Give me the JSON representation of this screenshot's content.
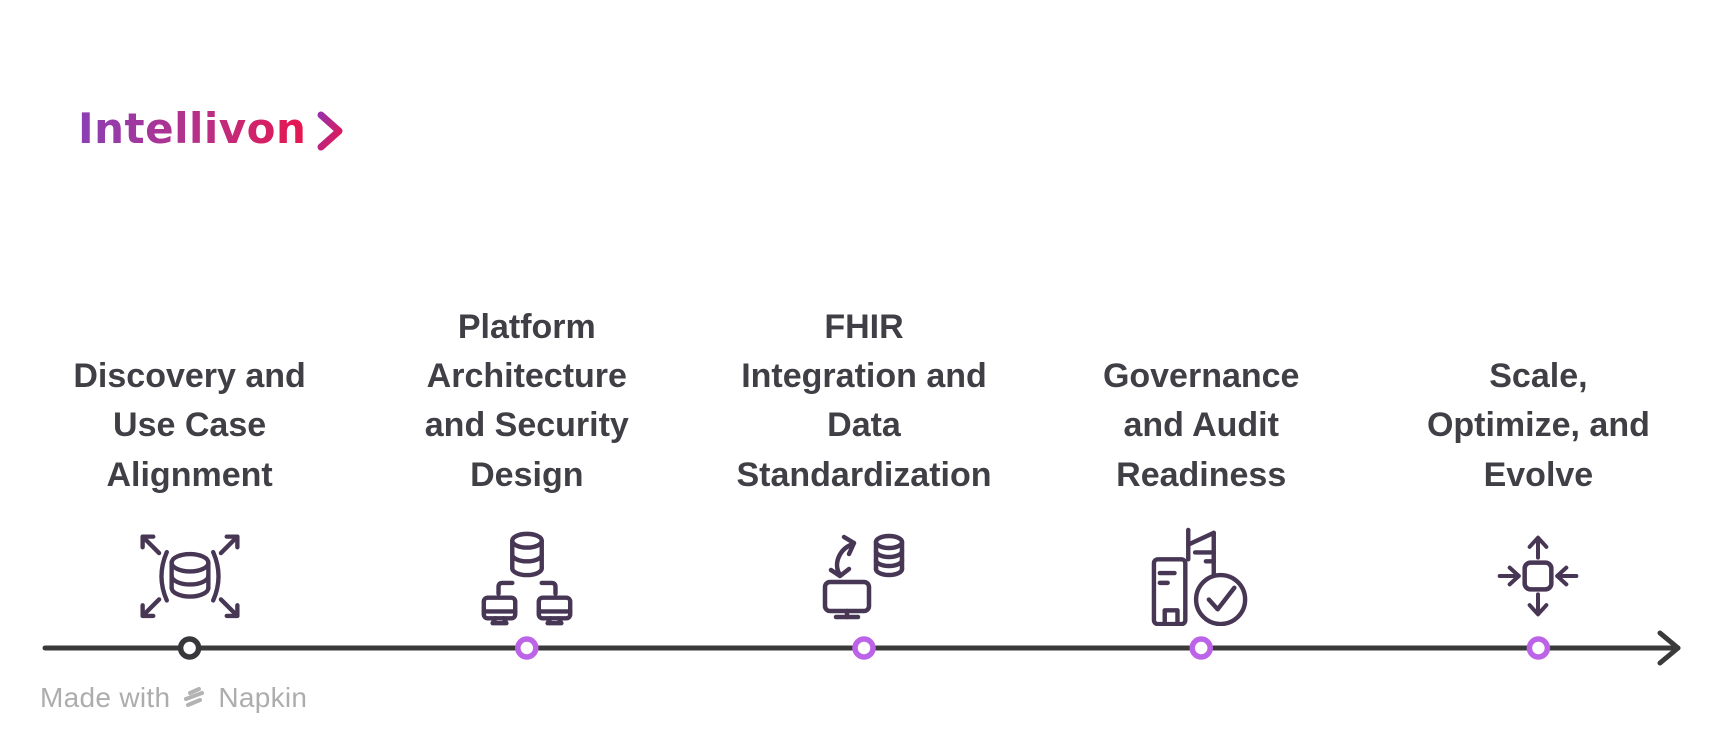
{
  "brand": {
    "name": "Intellivon",
    "chevron_icon": "chevron-right-icon",
    "gradient_start": "#8a3fb5",
    "gradient_end": "#e8164e"
  },
  "steps": [
    {
      "title": "Discovery and\nUse Case\nAlignment",
      "icon": "database-scale-out-icon"
    },
    {
      "title": "Platform\nArchitecture\nand Security\nDesign",
      "icon": "database-network-icon"
    },
    {
      "title": "FHIR\nIntegration and\nData\nStandardization",
      "icon": "database-sync-monitor-icon"
    },
    {
      "title": "Governance\nand Audit\nReadiness",
      "icon": "building-check-icon"
    },
    {
      "title": "Scale,\nOptimize, and\nEvolve",
      "icon": "expand-arrows-icon"
    }
  ],
  "timeline": {
    "line_color": "#3a3a3a",
    "dot_colors": [
      "#38373c",
      "#bd63e8",
      "#bd63e8",
      "#bd63e8",
      "#bd63e8"
    ]
  },
  "icon_stroke_color": "#473654",
  "title_color": "#403f45",
  "footer": {
    "prefix": "Made with",
    "logo_icon": "napkin-logo-icon",
    "brand": "Napkin"
  }
}
